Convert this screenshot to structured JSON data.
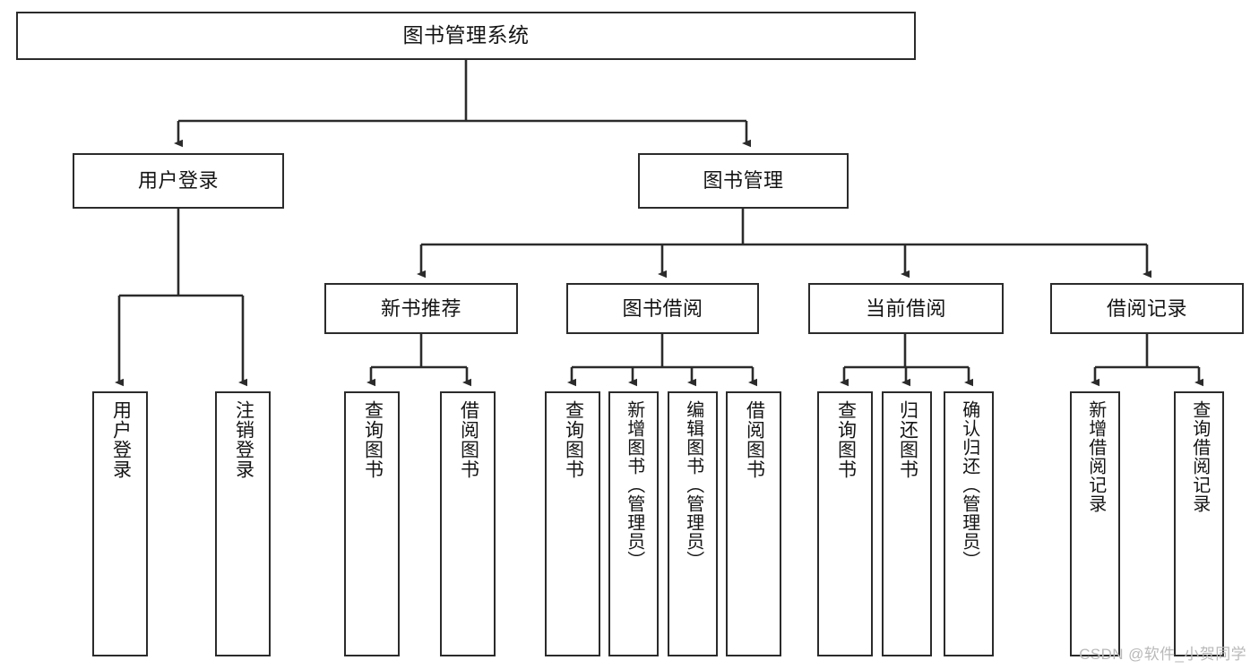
{
  "diagram": {
    "type": "tree-hierarchy-chart",
    "title": "图书管理系统",
    "watermark": "CSDN @软件_小贺同学",
    "stroke_color": "#2b2b2b",
    "fill_color": "#ffffff",
    "text_color": "#141414",
    "nodes": {
      "root": {
        "label": "图书管理系统"
      },
      "level2": [
        {
          "id": "user-login",
          "label": "用户登录"
        },
        {
          "id": "book-manage",
          "label": "图书管理"
        }
      ],
      "level3": [
        {
          "id": "new-book-recommend",
          "label": "新书推荐"
        },
        {
          "id": "book-borrow",
          "label": "图书借阅"
        },
        {
          "id": "current-borrow",
          "label": "当前借阅"
        },
        {
          "id": "borrow-record",
          "label": "借阅记录"
        }
      ],
      "leaves": {
        "user_login": [
          {
            "id": "leaf-user-login",
            "label": "用户登录"
          },
          {
            "id": "leaf-logout-login",
            "label": "注销登录"
          }
        ],
        "new_book_recommend": [
          {
            "id": "leaf-query-book-1",
            "label": "查询图书"
          },
          {
            "id": "leaf-borrow-book-1",
            "label": "借阅图书"
          }
        ],
        "book_borrow": [
          {
            "id": "leaf-query-book-2",
            "label": "查询图书"
          },
          {
            "id": "leaf-add-book",
            "label": "新增图书（管理员）"
          },
          {
            "id": "leaf-edit-book",
            "label": "编辑图书（管理员）"
          },
          {
            "id": "leaf-borrow-book-2",
            "label": "借阅图书"
          }
        ],
        "current_borrow": [
          {
            "id": "leaf-query-book-3",
            "label": "查询图书"
          },
          {
            "id": "leaf-return-book",
            "label": "归还图书"
          },
          {
            "id": "leaf-confirm-return",
            "label": "确认归还（管理员）"
          }
        ],
        "borrow_record": [
          {
            "id": "leaf-add-record",
            "label": "新增借阅记录"
          },
          {
            "id": "leaf-query-record",
            "label": "查询借阅记录"
          }
        ]
      }
    }
  }
}
